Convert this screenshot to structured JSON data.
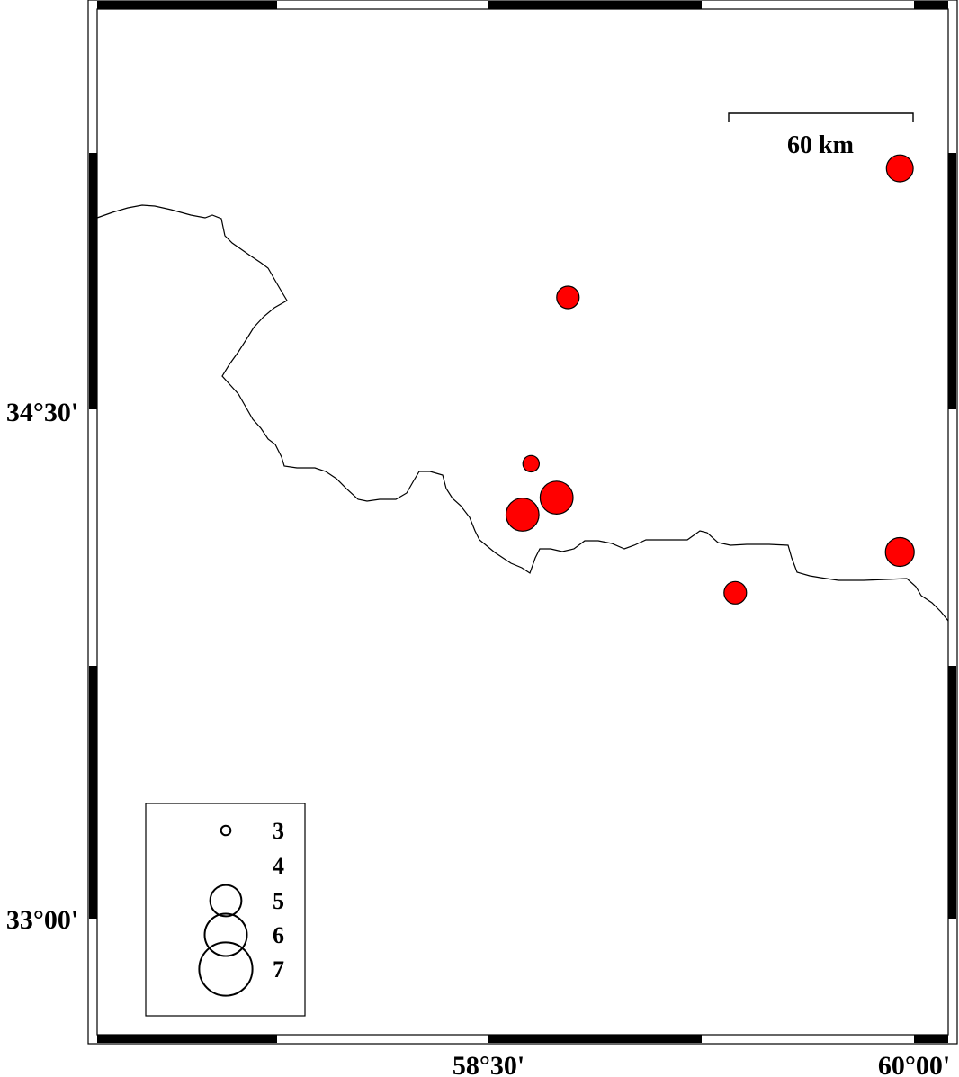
{
  "map": {
    "type": "epicenter-map",
    "axes": {
      "lon_labels": [
        "58°30'",
        "60°00'"
      ],
      "lat_labels": [
        "34°30'",
        "33°00'"
      ]
    },
    "scale_bar": {
      "label": "60 km"
    },
    "legend": {
      "magnitudes": [
        {
          "label": "3",
          "value": 3,
          "shown": true
        },
        {
          "label": "4",
          "value": 4,
          "shown": false
        },
        {
          "label": "5",
          "value": 5,
          "shown": true
        },
        {
          "label": "6",
          "value": 6,
          "shown": true
        },
        {
          "label": "7",
          "value": 7,
          "shown": true
        }
      ]
    },
    "events": [
      {
        "lon": 59.95,
        "lat": 35.21,
        "mag": 4.7
      },
      {
        "lon": 58.78,
        "lat": 34.83,
        "mag": 4.3
      },
      {
        "lon": 58.65,
        "lat": 34.34,
        "mag": 3.7
      },
      {
        "lon": 58.74,
        "lat": 34.24,
        "mag": 5.3
      },
      {
        "lon": 58.62,
        "lat": 34.19,
        "mag": 5.3
      },
      {
        "lon": 59.95,
        "lat": 34.08,
        "mag": 4.9
      },
      {
        "lon": 59.37,
        "lat": 33.96,
        "mag": 4.3
      }
    ],
    "colors": {
      "event_fill": "#ff0000",
      "event_stroke": "#000000",
      "border_line": "#000000",
      "frame": "#000000"
    }
  }
}
